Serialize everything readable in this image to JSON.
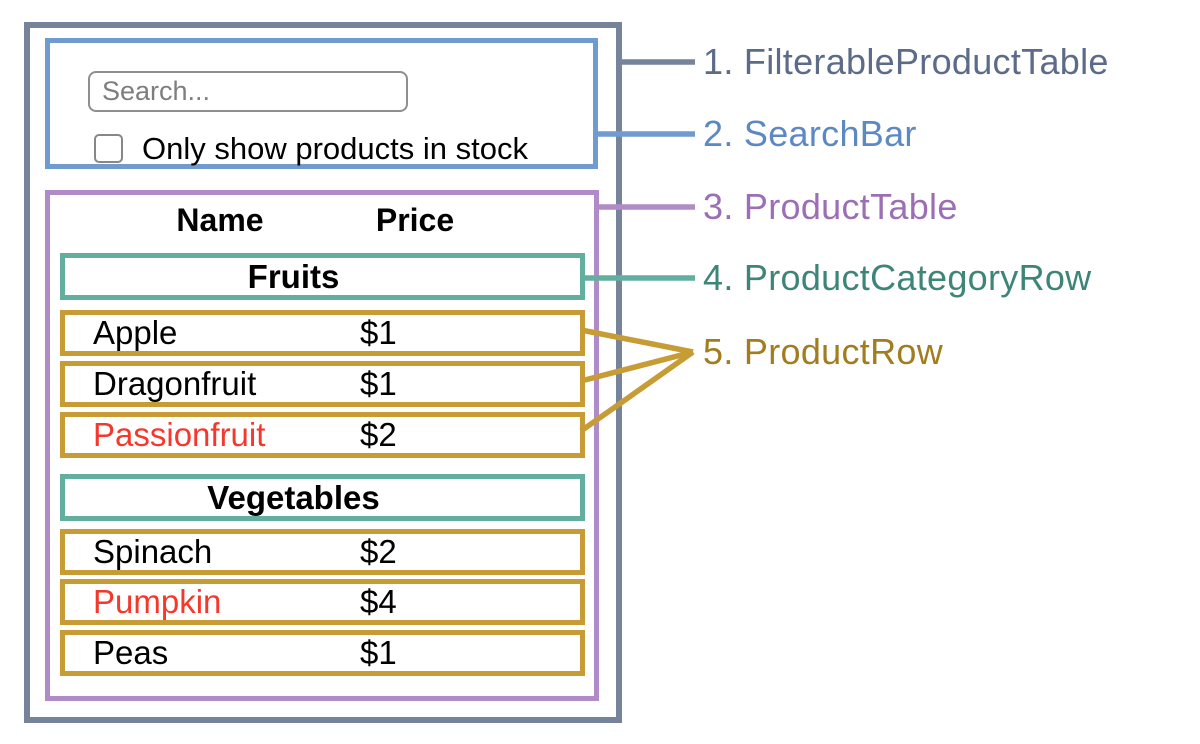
{
  "search_bar": {
    "input_placeholder": "Search...",
    "input_value": "",
    "checkbox_label": "Only show products in stock",
    "checkbox_checked": false
  },
  "table": {
    "headers": {
      "name": "Name",
      "price": "Price"
    },
    "sections": [
      {
        "category": "Fruits",
        "rows": [
          {
            "name": "Apple",
            "price": "$1",
            "out_of_stock": false
          },
          {
            "name": "Dragonfruit",
            "price": "$1",
            "out_of_stock": false
          },
          {
            "name": "Passionfruit",
            "price": "$2",
            "out_of_stock": true
          }
        ]
      },
      {
        "category": "Vegetables",
        "rows": [
          {
            "name": "Spinach",
            "price": "$2",
            "out_of_stock": false
          },
          {
            "name": "Pumpkin",
            "price": "$4",
            "out_of_stock": true
          },
          {
            "name": "Peas",
            "price": "$1",
            "out_of_stock": false
          }
        ]
      }
    ]
  },
  "legend": [
    {
      "label": "1. FilterableProductTable",
      "color": "#5b6b88"
    },
    {
      "label": "2. SearchBar",
      "color": "#5c88c4"
    },
    {
      "label": "3. ProductTable",
      "color": "#9c6fb5"
    },
    {
      "label": "4. ProductCategoryRow",
      "color": "#3d8577"
    },
    {
      "label": "5. ProductRow",
      "color": "#a17d20"
    }
  ],
  "colors": {
    "outer_border": "#76849b",
    "search_border": "#6f9bd0",
    "table_border": "#b18bc6",
    "category_border": "#62af9f",
    "product_border": "#c89c35",
    "out_of_stock_text": "#f5382c",
    "text": "#000000",
    "input_border": "#8f8f8f",
    "placeholder_text": "#7e7e7e"
  }
}
